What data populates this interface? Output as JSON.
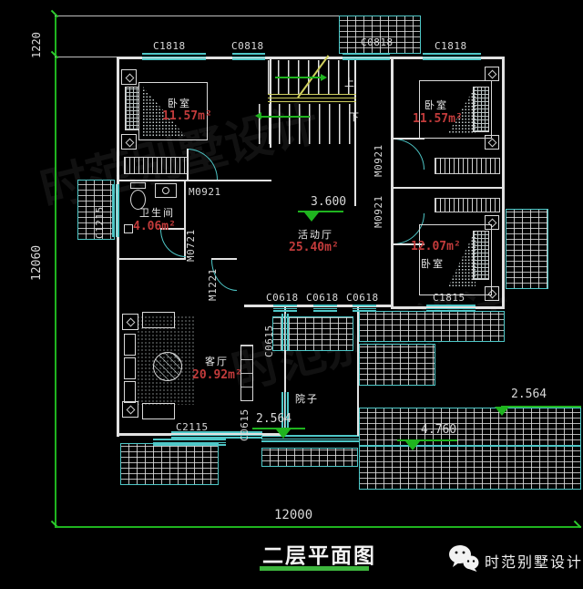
{
  "title": "二层平面图",
  "brand": {
    "name": "时范别墅设计"
  },
  "dimensions": {
    "balcony_depth": "1220",
    "total_height": "12060",
    "total_width": "12000"
  },
  "elevations": {
    "hall": "3.600",
    "courtyard": "2.564",
    "terrace_right": "2.564",
    "roof": "4.760"
  },
  "rooms": {
    "bedroom_nw": {
      "name": "卧室",
      "area": "11.57m²"
    },
    "bedroom_ne": {
      "name": "卧室",
      "area": "11.57m²"
    },
    "bedroom_se": {
      "name": "卧室",
      "area": "12.07m²"
    },
    "bathroom": {
      "name": "卫生间",
      "area": "4.06m²"
    },
    "family_hall": {
      "name": "活动厅",
      "area": "25.40m²"
    },
    "living_room": {
      "name": "客厅",
      "area": "20.92m²"
    },
    "courtyard": {
      "name": "院子"
    }
  },
  "stairs": {
    "up": "上",
    "down": "下"
  },
  "windows": {
    "top_1": "C1818",
    "top_2": "C0818",
    "top_3": "C0818",
    "top_4": "C1818",
    "left_1": "C1215",
    "living_bottom": "C2115",
    "hall_1": "C0618",
    "hall_2": "C0618",
    "hall_3": "C0618",
    "court_1": "C0615",
    "court_2": "C0615",
    "bedroom_se_1": "C1815"
  },
  "doors": {
    "bedroom_nw_door": "M0921",
    "bathroom_door": "M0721",
    "living_door": "M1221",
    "bedroom_ne_door": "M0921",
    "bedroom_se_door": "M0921"
  },
  "colors": {
    "background": "#000000",
    "wall": "#e2e2e2",
    "window": "#4ec7c7",
    "dimension_green": "#1fb41f",
    "area_red": "#c23b3b",
    "stair_rail_yellow": "#cfcf5e",
    "title_underline": "#3db53d"
  }
}
